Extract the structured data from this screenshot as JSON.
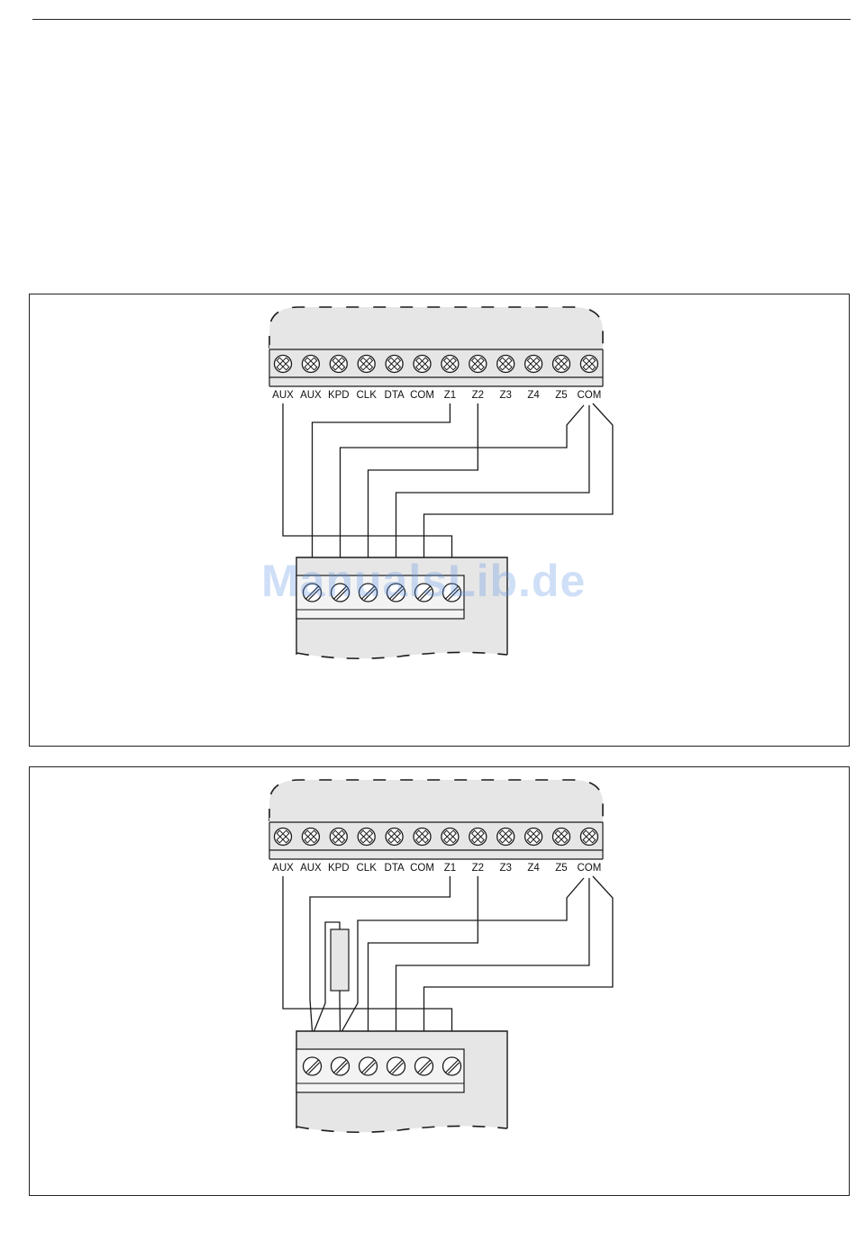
{
  "header": {},
  "diagrams": [
    {
      "panel_terminals": [
        "AUX",
        "AUX",
        "KPD",
        "CLK",
        "DTA",
        "COM",
        "Z1",
        "Z2",
        "Z3",
        "Z4",
        "Z5",
        "COM"
      ],
      "module_terminal_count": 6,
      "has_resistor": false
    },
    {
      "panel_terminals": [
        "AUX",
        "AUX",
        "KPD",
        "CLK",
        "DTA",
        "COM",
        "Z1",
        "Z2",
        "Z3",
        "Z4",
        "Z5",
        "COM"
      ],
      "module_terminal_count": 6,
      "has_resistor": true
    }
  ],
  "watermark": {
    "text": "ManualsLib.de",
    "color": "#6096e6"
  },
  "colors": {
    "line": "#1a1a1a",
    "panel_fill": "#e6e6e6",
    "screw_fill": "#ffffff"
  }
}
